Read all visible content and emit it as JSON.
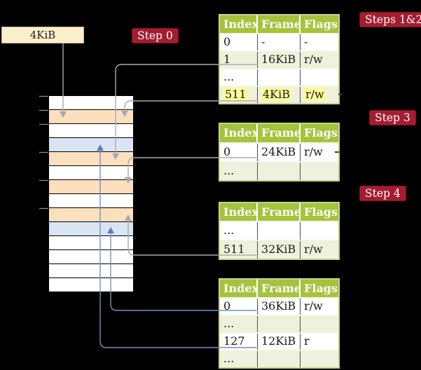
{
  "colors": {
    "bg": "#000000",
    "crimson": "#a51c30",
    "cream": "#fbeecb",
    "cream-border": "#c8b78e",
    "peach": "#fcdfbd",
    "blue-row": "#d9e5f2",
    "green": "#a5c33c",
    "pale-green": "#eef2dd",
    "table-border": "#c3d58e",
    "highlight": "#fbfb9b",
    "gray-line": "#ababab",
    "gray-arrow": "#a2aab6",
    "blue-line": "#7191c6",
    "blue-arrow": "#5d7eb8",
    "cell-text": "#1a1a1a"
  },
  "frame_box": {
    "label": "4KiB"
  },
  "badges": {
    "step0": "Step 0",
    "steps12": "Steps 1&2",
    "step3": "Step 3",
    "step4": "Step 4"
  },
  "memory_column": {
    "rows": [
      {
        "fill": "white"
      },
      {
        "fill": "peach"
      },
      {
        "fill": "white"
      },
      {
        "fill": "blue"
      },
      {
        "fill": "peach"
      },
      {
        "fill": "white"
      },
      {
        "fill": "peach"
      },
      {
        "fill": "white"
      },
      {
        "fill": "peach"
      },
      {
        "fill": "blue"
      },
      {
        "fill": "white"
      },
      {
        "fill": "white"
      },
      {
        "fill": "white"
      },
      {
        "fill": "white"
      }
    ]
  },
  "tables": [
    {
      "id": "table-steps-1-2",
      "headers": [
        "Index",
        "Frame",
        "Flags"
      ],
      "rows": [
        {
          "cells": [
            "0",
            "-",
            "-"
          ],
          "shaded": false,
          "highlighted": false
        },
        {
          "cells": [
            "1",
            "16KiB",
            "r/w"
          ],
          "shaded": true,
          "highlighted": false
        },
        {
          "cells": [
            "...",
            "",
            ""
          ],
          "shaded": false,
          "highlighted": false
        },
        {
          "cells": [
            "511",
            "4KiB",
            "r/w"
          ],
          "shaded": true,
          "highlighted": true
        }
      ]
    },
    {
      "id": "table-step-3",
      "headers": [
        "Index",
        "Frame",
        "Flags"
      ],
      "rows": [
        {
          "cells": [
            "0",
            "24KiB",
            "r/w"
          ],
          "shaded": false,
          "highlighted": false
        },
        {
          "cells": [
            "...",
            "",
            ""
          ],
          "shaded": true,
          "highlighted": false
        }
      ]
    },
    {
      "id": "table-step-4",
      "headers": [
        "Index",
        "Frame",
        "Flags"
      ],
      "rows": [
        {
          "cells": [
            "...",
            "",
            ""
          ],
          "shaded": false,
          "highlighted": false
        },
        {
          "cells": [
            "511",
            "32KiB",
            "r/w"
          ],
          "shaded": true,
          "highlighted": false
        }
      ]
    },
    {
      "id": "table-final",
      "headers": [
        "Index",
        "Frame",
        "Flags"
      ],
      "rows": [
        {
          "cells": [
            "0",
            "36KiB",
            "r/w"
          ],
          "shaded": false,
          "highlighted": false
        },
        {
          "cells": [
            "...",
            "",
            ""
          ],
          "shaded": true,
          "highlighted": false
        },
        {
          "cells": [
            "127",
            "12KiB",
            "r"
          ],
          "shaded": false,
          "highlighted": false
        },
        {
          "cells": [
            "...",
            "",
            ""
          ],
          "shaded": true,
          "highlighted": false
        }
      ]
    }
  ],
  "connectors": [
    {
      "from": "frame-box-4KiB",
      "to": "memory-row-2",
      "color": "gray"
    },
    {
      "from": "table-steps-1-2-row-1",
      "to": "memory-row-5",
      "color": "gray"
    },
    {
      "from": "table-steps-1-2-row-511",
      "to": "memory-row-2",
      "color": "gray"
    },
    {
      "from": "table-step-3-row-0",
      "to": "memory-row-7",
      "color": "gray"
    },
    {
      "from": "table-step-4-row-511",
      "to": "memory-row-9",
      "color": "gray"
    },
    {
      "from": "table-final-row-0",
      "to": "memory-row-10",
      "color": "blue"
    },
    {
      "from": "table-final-row-127",
      "to": "memory-row-4",
      "color": "blue"
    }
  ]
}
